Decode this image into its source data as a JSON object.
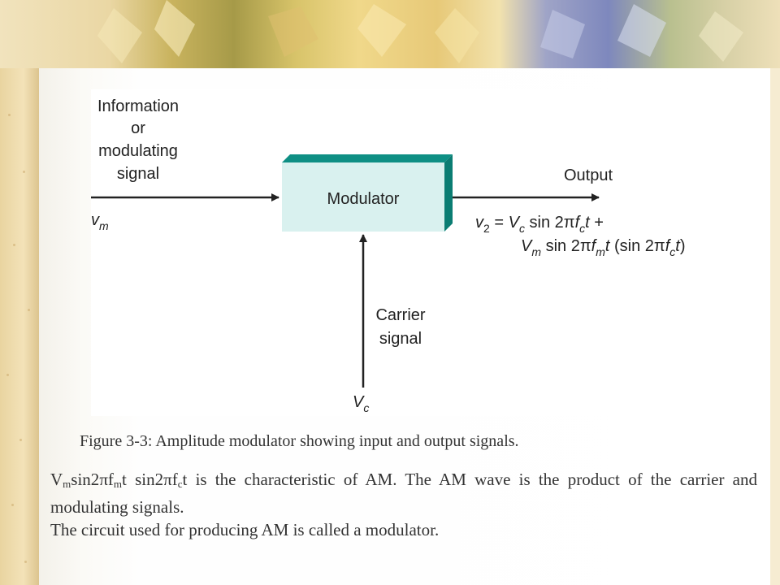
{
  "diagram": {
    "input_label_lines": [
      "Information",
      "or",
      "modulating",
      "signal"
    ],
    "input_symbol": "v",
    "input_symbol_sub": "m",
    "block_label": "Modulator",
    "output_label": "Output",
    "output_eq_line1": {
      "v": "v",
      "v_sub": "2",
      "eq": " = ",
      "Vc": "V",
      "Vc_sub": "c",
      "sin": " sin 2",
      "pi": "π",
      "f": "f",
      "f_sub": "c",
      "t": "t",
      "plus": " +"
    },
    "output_eq_line2": {
      "Vm": "V",
      "Vm_sub": "m",
      "sin": " sin 2",
      "pi": "π",
      "f": "f",
      "f_sub": "m",
      "t": "t",
      "paren_open": " (sin 2",
      "pi2": "π",
      "f2": "f",
      "f2_sub": "c",
      "t2": "t",
      "paren_close": ")"
    },
    "carrier_label_lines": [
      "Carrier",
      "signal"
    ],
    "carrier_symbol": "V",
    "carrier_symbol_sub": "c",
    "colors": {
      "block_face": "#d9f1ef",
      "block_edge": "#0e8f84",
      "line": "#222222"
    }
  },
  "caption": "Figure 3-3: Amplitude modulator showing input and output signals.",
  "body": {
    "p1_parts": {
      "V": "V",
      "V_sub": "m",
      "a": "sin2",
      "pi": "π",
      "f": "f",
      "f_sub": "m",
      "b": "t sin2",
      "pi2": "π",
      "f2": "f",
      "f2_sub": "c",
      "c": "t is the characteristic of AM. The AM wave is the product of the carrier and modulating signals."
    },
    "p2": "The circuit used for producing AM is called a modulator."
  }
}
